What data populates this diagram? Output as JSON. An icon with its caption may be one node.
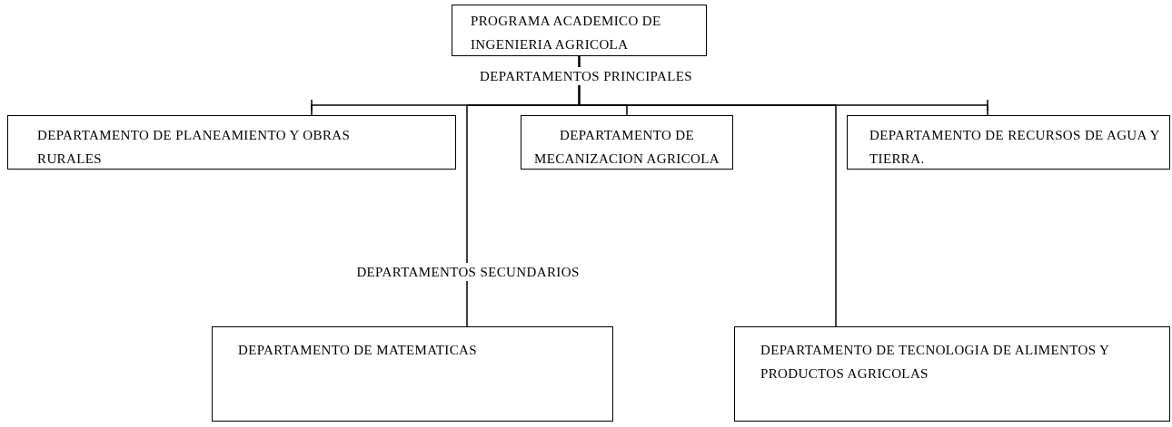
{
  "diagram": {
    "nodes": [
      {
        "text": [
          "PROGRAMA ACADEMICO DE INGENIERIA AGRICOLA"
        ]
      },
      {
        "text": [
          "DEPARTAMENTO DE PLANEAMIENTO Y OBRAS RURALES"
        ]
      },
      {
        "text": [
          "DEPARTAMENTO DE MECANIZACION AGRICOLA"
        ]
      },
      {
        "text": [
          "DEPARTAMENTO DE RECURSOS DE AGUA Y TIERRA."
        ]
      },
      {
        "text": [
          "DEPARTAMENTO DE MATEMATICAS"
        ]
      },
      {
        "text": [
          "DEPARTAMENTO DE TECNOLOGIA DE ALIMENTOS Y PRODUCTOS AGRICOLAS"
        ]
      }
    ],
    "edges": [
      {
        "from": 0,
        "to": 1,
        "arrow": "none"
      },
      {
        "from": 0,
        "to": 2,
        "arrow": "none"
      },
      {
        "from": 0,
        "to": 3,
        "arrow": "none"
      },
      {
        "from": 0,
        "to": 4,
        "arrow": "none"
      },
      {
        "from": 0,
        "to": 5,
        "arrow": "none"
      }
    ],
    "labels": [
      "DEPARTAMENTOS PRINCIPALES",
      "DEPARTAMENTOS SECUNDARIOS"
    ]
  }
}
